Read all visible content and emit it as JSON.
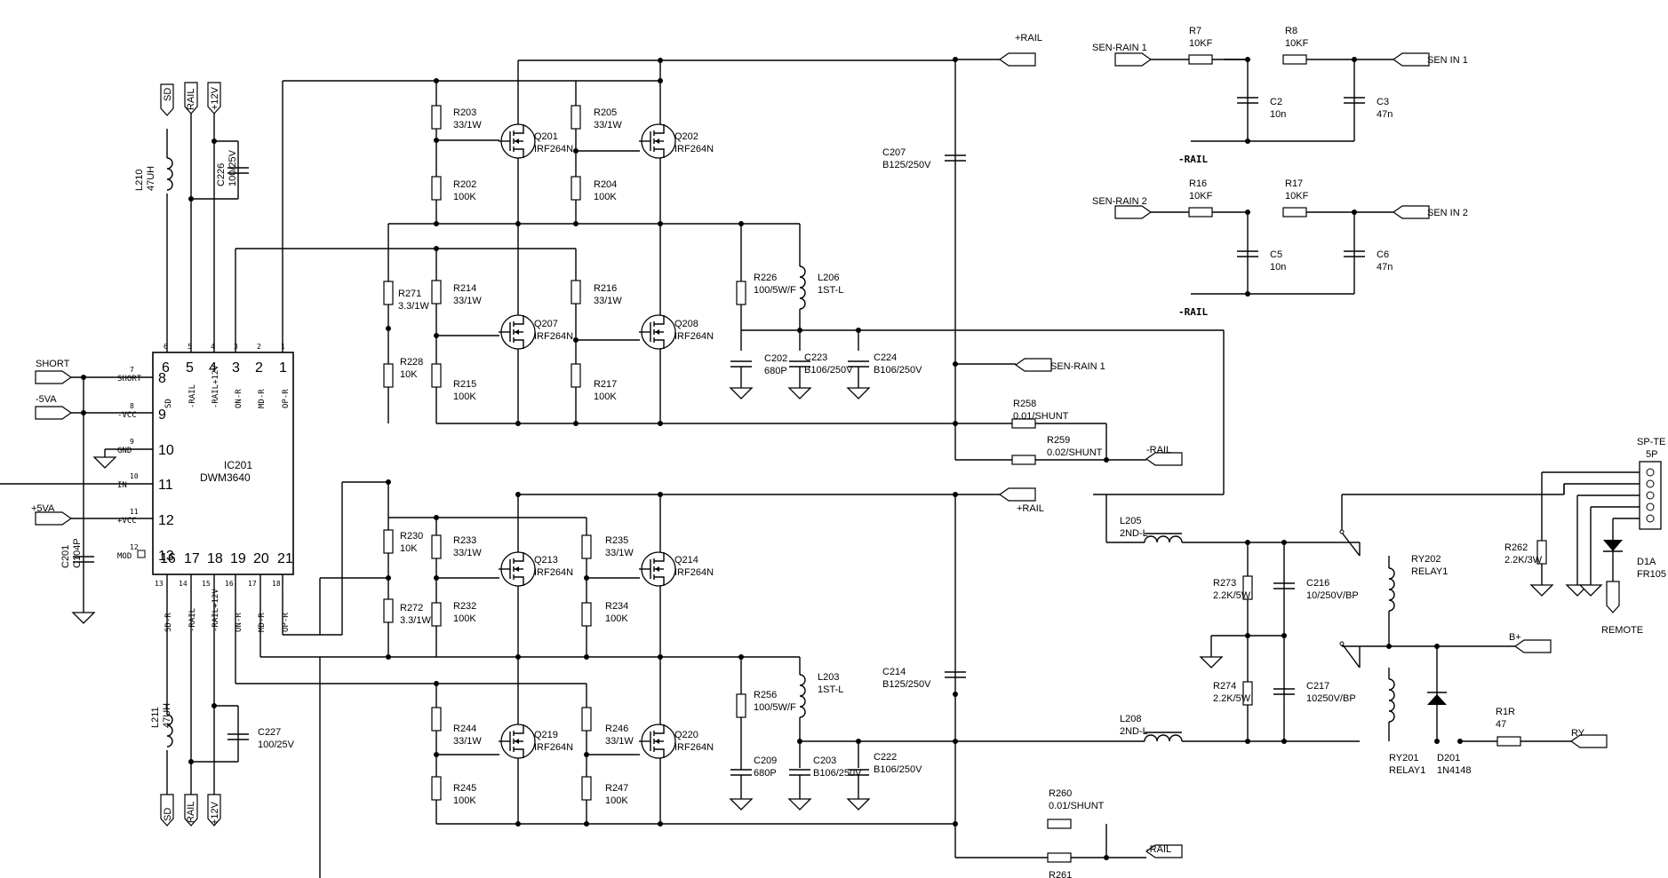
{
  "ic": {
    "ref": "IC201",
    "part": "DWM3640",
    "pins": [
      {
        "num": "7",
        "big": "8",
        "name": "SHORT"
      },
      {
        "num": "8",
        "big": "9",
        "name": "-VCC"
      },
      {
        "num": "9",
        "big": "10",
        "name": "GND"
      },
      {
        "num": "10",
        "big": "11",
        "name": "IN"
      },
      {
        "num": "11",
        "big": "12",
        "name": "+VCC"
      },
      {
        "num": "12",
        "big": "13",
        "name": "MOD"
      }
    ],
    "top_pins": [
      {
        "num": "6",
        "big": "6",
        "name": "SD"
      },
      {
        "num": "5",
        "big": "5",
        "name": "-RAIL"
      },
      {
        "num": "4",
        "big": "4",
        "name": "-RAIL+12V"
      },
      {
        "num": "3",
        "big": "3",
        "name": "ON-R"
      },
      {
        "num": "2",
        "big": "2",
        "name": "MD-R"
      },
      {
        "num": "1",
        "big": "1",
        "name": "OP-R"
      }
    ],
    "bottom_pins": [
      {
        "num": "13",
        "big": "16",
        "name": "SD-R"
      },
      {
        "num": "14",
        "big": "17",
        "name": "-RAIL"
      },
      {
        "num": "15",
        "big": "18",
        "name": "-RAIL+12V"
      },
      {
        "num": "16",
        "big": "19",
        "name": "ON-R"
      },
      {
        "num": "17",
        "big": "20",
        "name": "MD-R"
      },
      {
        "num": "18",
        "big": "21",
        "name": "OP-R"
      }
    ]
  },
  "ports": {
    "short": "SHORT",
    "m5va": "-5VA",
    "p5va": "+5VA",
    "sd_top": "SD",
    "rail_top": "RAIL",
    "v12_top": "+12V",
    "sd_bot": "SD",
    "rail_bot": "RAIL",
    "v12_bot": "+12V",
    "prail1": "+RAIL",
    "prail2": "+RAIL",
    "senrain1_in": "SEN-RAIN 1",
    "senrain2_in": "SEN-RAIN 2",
    "senin1": "SEN IN 1",
    "senin2": "SEN IN 2",
    "senrain1_out": "SEN-RAIN 1",
    "mrail1": "-RAIL",
    "mrail2": "-RAIL",
    "mrail_note1": "-RAIL",
    "mrail_note2": "-RAIL",
    "bplus": "B+",
    "ry": "RY",
    "remote": "REMOTE",
    "sp_te": "SP-TE",
    "sp_te_pins": "5P"
  },
  "parts": {
    "L210": [
      "L210",
      "47UH"
    ],
    "L211": [
      "L211",
      "47UH"
    ],
    "C226": [
      "C226",
      "100/25V"
    ],
    "C227": [
      "C227",
      "100/25V"
    ],
    "C201": [
      "C201",
      "C104P"
    ],
    "R203": [
      "R203",
      "33/1W"
    ],
    "R202": [
      "R202",
      "100K"
    ],
    "R205": [
      "R205",
      "33/1W"
    ],
    "R204": [
      "R204",
      "100K"
    ],
    "Q201": [
      "Q201",
      "IRF264N"
    ],
    "Q202": [
      "Q202",
      "IRF264N"
    ],
    "R271": [
      "R271",
      "3.3/1W"
    ],
    "R214": [
      "R214",
      "33/1W"
    ],
    "R215": [
      "R215",
      "100K"
    ],
    "R216": [
      "R216",
      "33/1W"
    ],
    "R217": [
      "R217",
      "100K"
    ],
    "Q207": [
      "Q207",
      "IRF264N"
    ],
    "Q208": [
      "Q208",
      "IRF264N"
    ],
    "R228": [
      "R228",
      "10K"
    ],
    "R226": [
      "R226",
      "100/5W/F"
    ],
    "L206": [
      "L206",
      "1ST-L"
    ],
    "C202": [
      "C202",
      "680P"
    ],
    "C223": [
      "C223",
      "B106/250V"
    ],
    "C224": [
      "C224",
      "B106/250V"
    ],
    "C207": [
      "C207",
      "B125/250V"
    ],
    "R258": [
      "R258",
      "0.01/SHUNT"
    ],
    "R259": [
      "R259",
      "0.02/SHUNT"
    ],
    "R230": [
      "R230",
      "10K"
    ],
    "R233": [
      "R233",
      "33/1W"
    ],
    "R232": [
      "R232",
      "100K"
    ],
    "R235": [
      "R235",
      "33/1W"
    ],
    "R234": [
      "R234",
      "100K"
    ],
    "Q213": [
      "Q213",
      "IRF264N"
    ],
    "Q214": [
      "Q214",
      "IRF264N"
    ],
    "R272": [
      "R272",
      "3.3/1W"
    ],
    "R244": [
      "R244",
      "33/1W"
    ],
    "R245": [
      "R245",
      "100K"
    ],
    "R246": [
      "R246",
      "33/1W"
    ],
    "R247": [
      "R247",
      "100K"
    ],
    "Q219": [
      "Q219",
      "IRF264N"
    ],
    "Q220": [
      "Q220",
      "IRF264N"
    ],
    "R256": [
      "R256",
      "100/5W/F"
    ],
    "L203": [
      "L203",
      "1ST-L"
    ],
    "C209": [
      "C209",
      "680P"
    ],
    "C203": [
      "C203",
      "B106/250V"
    ],
    "C222": [
      "C222",
      "B106/250V"
    ],
    "C214": [
      "C214",
      "B125/250V"
    ],
    "R260": [
      "R260",
      "0.01/SHUNT"
    ],
    "R261": [
      "R261",
      ""
    ],
    "R7": [
      "R7",
      "10KF"
    ],
    "R8": [
      "R8",
      "10KF"
    ],
    "C2": [
      "C2",
      "10n"
    ],
    "C3": [
      "C3",
      "47n"
    ],
    "R16": [
      "R16",
      "10KF"
    ],
    "R17": [
      "R17",
      "10KF"
    ],
    "C5": [
      "C5",
      "10n"
    ],
    "C6": [
      "C6",
      "47n"
    ],
    "L205": [
      "L205",
      "2ND-L"
    ],
    "L208": [
      "L208",
      "2ND-L"
    ],
    "R273": [
      "R273",
      "2.2K/5W"
    ],
    "R274": [
      "R274",
      "2.2K/5W"
    ],
    "C216": [
      "C216",
      "10/250V/BP"
    ],
    "C217": [
      "C217",
      "10250V/BP"
    ],
    "RY202": [
      "RY202",
      "RELAY1"
    ],
    "RY201": [
      "RY201",
      "RELAY1"
    ],
    "D201": [
      "D201",
      "1N4148"
    ],
    "R1R": [
      "R1R",
      "47"
    ],
    "R262": [
      "R262",
      "2.2K/3W"
    ],
    "D1A": [
      "D1A",
      "FR105"
    ]
  },
  "colors": {
    "line": "#000000",
    "background": "#ffffff"
  }
}
